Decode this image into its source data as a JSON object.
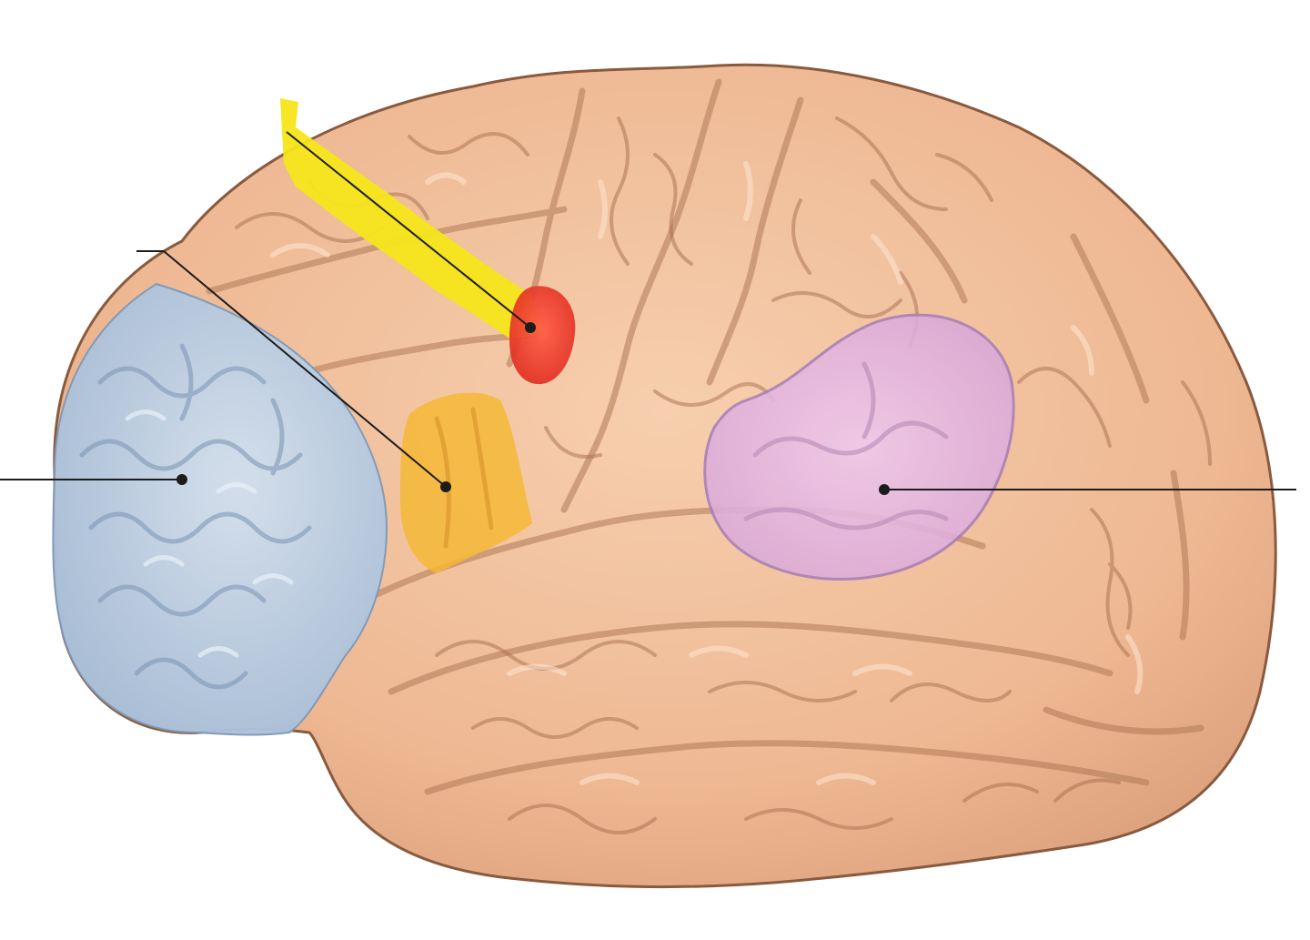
{
  "colors": {
    "background": "#ffffff",
    "cortex": "#f2c3a0",
    "cortex_outline": "#8a5a3e",
    "sulcus": "#a86f50",
    "highlight": "#fde6d2",
    "prefrontal_region": "#b9cde3",
    "prefrontal_region_outline": "#7f99b8",
    "orange_region": "#f5b836",
    "red_region": "#ee3b2b",
    "yellow_strip": "#f6e51a",
    "pink_region": "#e3b6e2",
    "pink_region_outline": "#a77eb8",
    "leader_line": "#1c1c1c"
  },
  "regions": [
    {
      "id": "prefrontal-region",
      "color_key": "prefrontal_region",
      "label": ""
    },
    {
      "id": "orange-region",
      "color_key": "orange_region",
      "label": ""
    },
    {
      "id": "red-region",
      "color_key": "red_region",
      "label": ""
    },
    {
      "id": "yellow-strip",
      "color_key": "yellow_strip",
      "label": ""
    },
    {
      "id": "pink-region",
      "color_key": "pink_region",
      "label": ""
    }
  ],
  "leader_lines": [
    {
      "id": "leader-line-prefrontal",
      "target": "prefrontal-region",
      "label": ""
    },
    {
      "id": "leader-line-orange",
      "target": "orange-region",
      "label": ""
    },
    {
      "id": "leader-line-red",
      "target": "red-region",
      "label": ""
    },
    {
      "id": "leader-line-pink",
      "target": "pink-region",
      "label": ""
    }
  ]
}
